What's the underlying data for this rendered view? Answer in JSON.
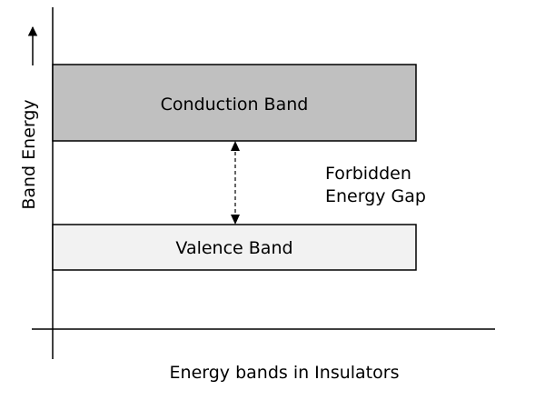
{
  "diagram": {
    "y_axis_label": "Band Energy",
    "conduction_band_label": "Conduction Band",
    "valence_band_label": "Valence Band",
    "gap_label_line1": "Forbidden",
    "gap_label_line2": "Energy Gap",
    "caption": "Energy bands in Insulators"
  },
  "colors": {
    "conduction_fill": "#c0c0c0",
    "valence_fill": "#f2f2f2",
    "stroke": "#000000",
    "background": "#ffffff"
  }
}
